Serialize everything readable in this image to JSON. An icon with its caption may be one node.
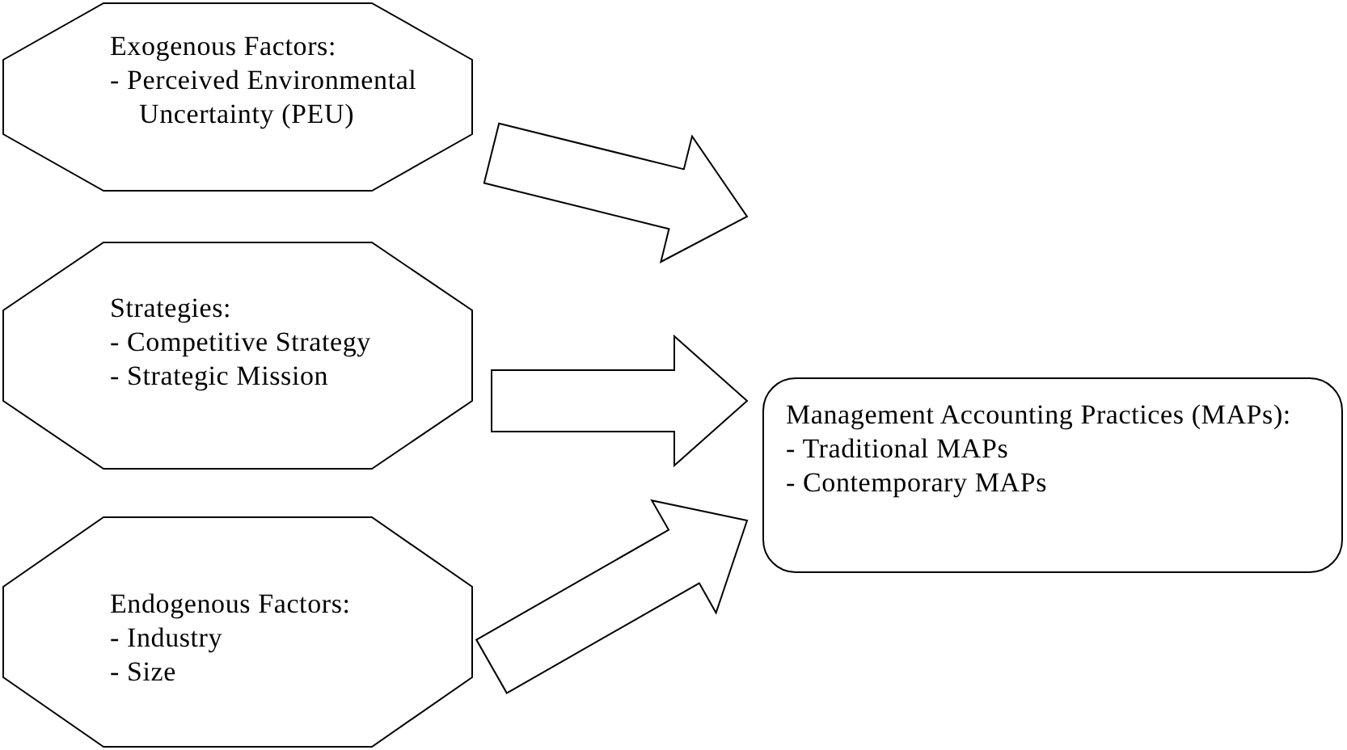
{
  "diagram": {
    "nodes": [
      {
        "text": [
          "Exogenous Factors:",
          "- Perceived Environmental Uncertainty (PEU)"
        ]
      },
      {
        "text": [
          "Strategies:",
          "- Competitive Strategy",
          "- Strategic Mission"
        ]
      },
      {
        "text": [
          "Endogenous Factors:",
          "- Industry",
          "- Size"
        ]
      },
      {
        "text": [
          "Management Accounting Practices (MAPs):",
          "- Traditional MAPs",
          "- Contemporary MAPs"
        ]
      }
    ],
    "edges": [
      {
        "from": 0,
        "to": 3,
        "arrow": "to",
        "style": "thick"
      },
      {
        "from": 1,
        "to": 3,
        "arrow": "to",
        "style": "thick"
      },
      {
        "from": 2,
        "to": 3,
        "arrow": "to",
        "style": "thick"
      }
    ]
  }
}
